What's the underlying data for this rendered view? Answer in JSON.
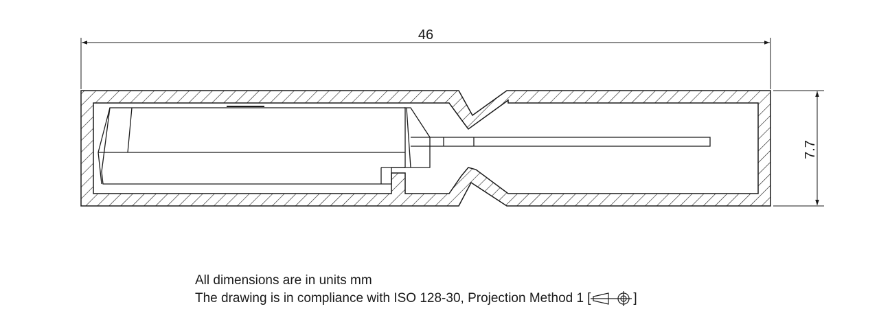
{
  "dimensions": {
    "overall_length": "46",
    "overall_height": "7.7"
  },
  "notes": {
    "line1": "All dimensions are in units mm",
    "line2": "The drawing is in compliance with ISO 128-30, Projection Method 1"
  },
  "icons": {
    "projection_symbol": "first-angle-projection-icon"
  },
  "colors": {
    "line": "#1a1a1a",
    "background": "#ffffff"
  }
}
